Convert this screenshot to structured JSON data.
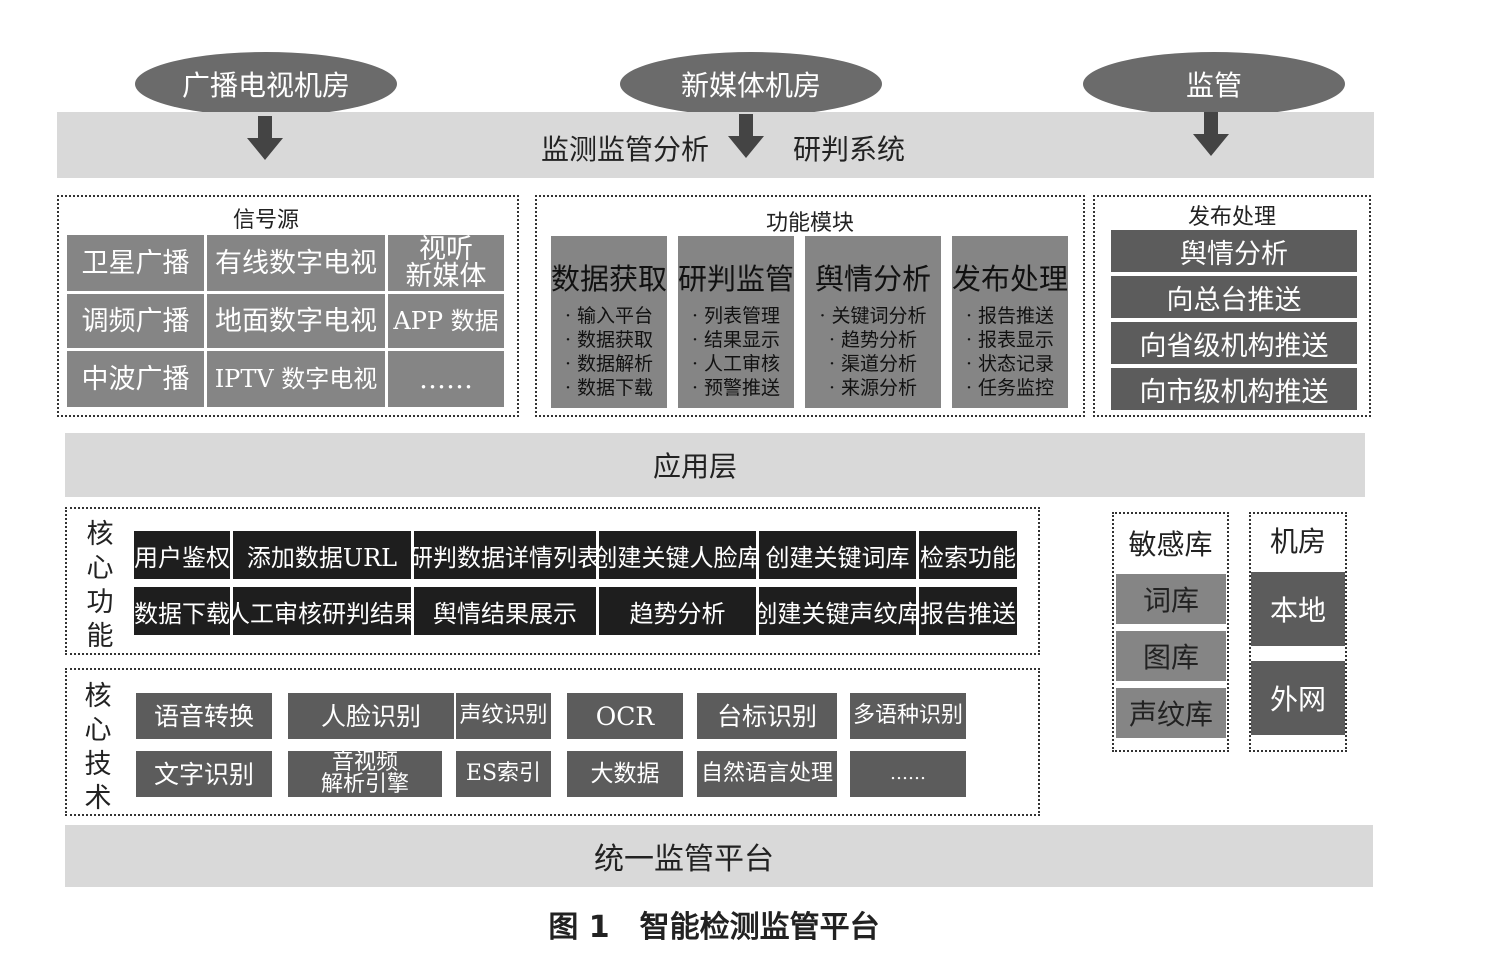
{
  "top_sources": [
    "广播电视机房",
    "新媒体机房",
    "监管"
  ],
  "system_bar": {
    "left": "监测监管分析",
    "right": "研判系统"
  },
  "signal_source": {
    "title": "信号源",
    "cells": [
      [
        "卫星广播",
        "有线数字电视",
        "视听\n新媒体"
      ],
      [
        "调频广播",
        "地面数字电视",
        "APP 数据"
      ],
      [
        "中波广播",
        "IPTV 数字电视",
        "……"
      ]
    ]
  },
  "function_modules": {
    "title": "功能模块",
    "modules": [
      {
        "title": "数据获取",
        "items": [
          "输入平台",
          "数据获取",
          "数据解析",
          "数据下载"
        ]
      },
      {
        "title": "研判监管",
        "items": [
          "列表管理",
          "结果显示",
          "人工审核",
          "预警推送"
        ]
      },
      {
        "title": "舆情分析",
        "items": [
          "关键词分析",
          "趋势分析",
          "渠道分析",
          "来源分析"
        ]
      },
      {
        "title": "发布处理",
        "items": [
          "报告推送",
          "报表显示",
          "状态记录",
          "任务监控"
        ]
      }
    ]
  },
  "publish": {
    "title": "发布处理",
    "items": [
      "舆情分析",
      "向总台推送",
      "向省级机构推送",
      "向市级机构推送"
    ]
  },
  "app_layer": "应用层",
  "core_functions": {
    "label": "核心功能",
    "rows": [
      [
        "用户鉴权",
        "添加数据URL",
        "研判数据详情列表",
        "创建关键人脸库",
        "创建关键词库",
        "检索功能"
      ],
      [
        "数据下载",
        "人工审核研判结果",
        "舆情结果展示",
        "趋势分析",
        "创建关键声纹库",
        "报告推送"
      ]
    ]
  },
  "core_tech": {
    "label": "核心技术",
    "rows": [
      [
        "语音转换",
        "人脸识别",
        "声纹识别",
        "OCR",
        "台标识别",
        "多语种识别"
      ],
      [
        "文字识别",
        "音视频\n解析引擎",
        "ES索引",
        "大数据",
        "自然语言处理",
        "……"
      ]
    ]
  },
  "sensitive_lib": {
    "title": "敏感库",
    "items": [
      "词库",
      "图库",
      "声纹库"
    ]
  },
  "machine_room": {
    "title": "机房",
    "items": [
      "本地",
      "外网"
    ]
  },
  "bottom_bar": "统一监管平台",
  "caption": "图 1　智能检测监管平台"
}
